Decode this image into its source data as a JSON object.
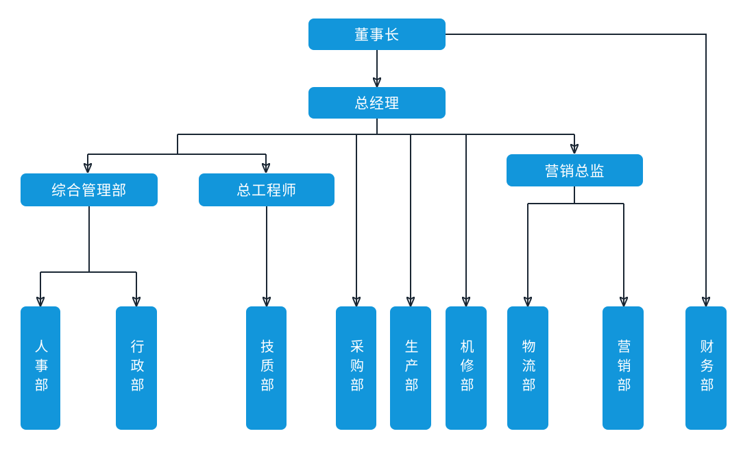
{
  "diagram": {
    "type": "org-chart",
    "colors": {
      "background": "#ffffff",
      "node_fill": "#1296db",
      "node_text": "#ffffff",
      "connector": "#1a2633"
    },
    "nodes": {
      "chairman": {
        "label": "董事长"
      },
      "general_manager": {
        "label": "总经理"
      },
      "general_management_dept": {
        "label": "综合管理部"
      },
      "chief_engineer": {
        "label": "总工程师"
      },
      "marketing_director": {
        "label": "营销总监"
      },
      "hr_dept": {
        "label": "人事部"
      },
      "admin_dept": {
        "label": "行政部"
      },
      "tech_quality_dept": {
        "label": "技质部"
      },
      "purchasing_dept": {
        "label": "采购部"
      },
      "production_dept": {
        "label": "生产部"
      },
      "machine_repair_dept": {
        "label": "机修部"
      },
      "logistics_dept": {
        "label": "物流部"
      },
      "marketing_dept": {
        "label": "营销部"
      },
      "finance_dept": {
        "label": "财务部"
      }
    },
    "edges": [
      {
        "from": "董事长",
        "to": "总经理"
      },
      {
        "from": "董事长",
        "to": "财务部"
      },
      {
        "from": "总经理",
        "to": "综合管理部"
      },
      {
        "from": "总经理",
        "to": "总工程师"
      },
      {
        "from": "总经理",
        "to": "采购部"
      },
      {
        "from": "总经理",
        "to": "生产部"
      },
      {
        "from": "总经理",
        "to": "机修部"
      },
      {
        "from": "总经理",
        "to": "营销总监"
      },
      {
        "from": "综合管理部",
        "to": "人事部"
      },
      {
        "from": "综合管理部",
        "to": "行政部"
      },
      {
        "from": "总工程师",
        "to": "技质部"
      },
      {
        "from": "营销总监",
        "to": "物流部"
      },
      {
        "from": "营销总监",
        "to": "营销部"
      }
    ]
  }
}
